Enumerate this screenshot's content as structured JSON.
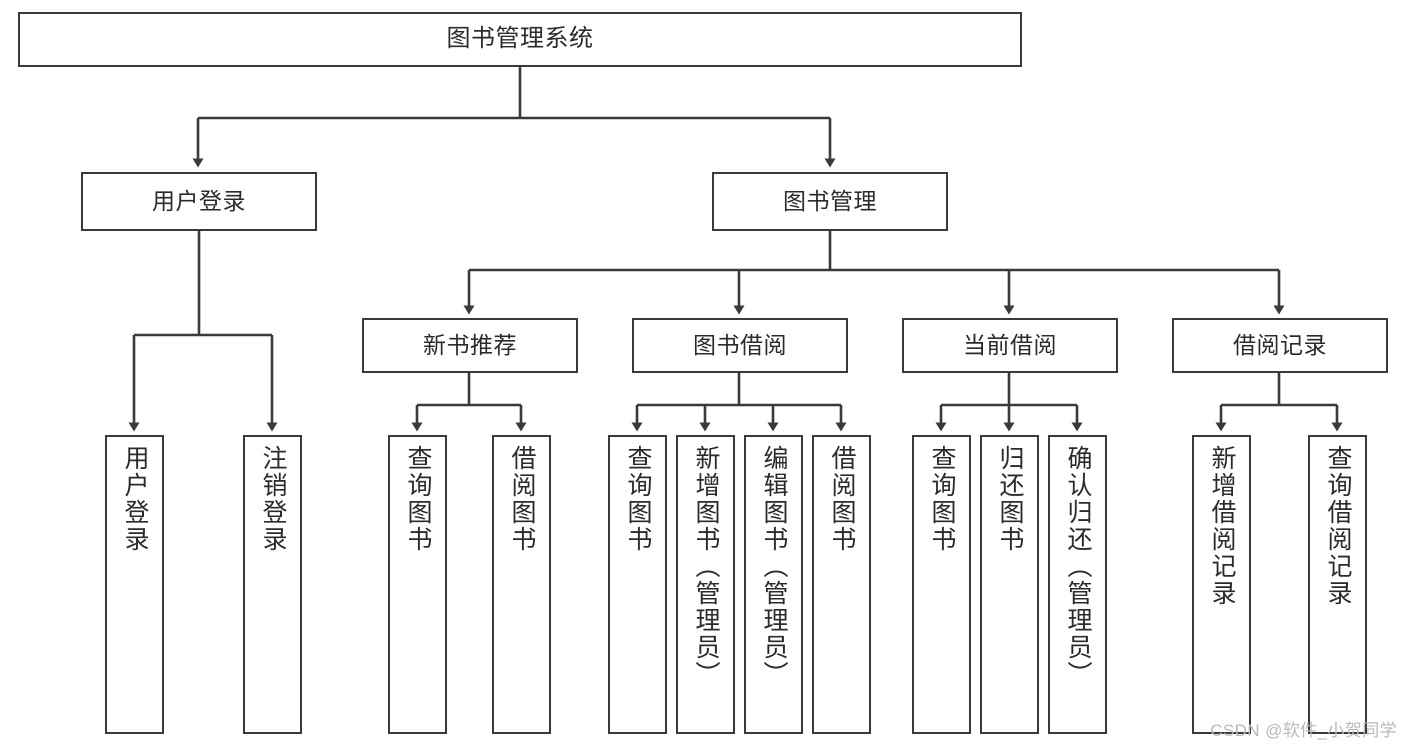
{
  "diagram": {
    "type": "tree-hierarchy-chart",
    "title": "图书管理系统",
    "style": {
      "box_border_color": "#3a3a3a",
      "box_fill": "#ffffff",
      "line_color": "#3a3a3a",
      "text_color": "#2b2b2b",
      "background": "#ffffff"
    },
    "levels": {
      "level0": [
        {
          "id": "root",
          "label": "图书管理系统"
        }
      ],
      "level1": [
        {
          "id": "user-login",
          "label": "用户登录"
        },
        {
          "id": "book-management",
          "label": "图书管理"
        }
      ],
      "level2": [
        {
          "id": "new-book-recommend",
          "label": "新书推荐",
          "parent": "book-management"
        },
        {
          "id": "book-borrow",
          "label": "图书借阅",
          "parent": "book-management"
        },
        {
          "id": "current-borrow",
          "label": "当前借阅",
          "parent": "book-management"
        },
        {
          "id": "borrow-record",
          "label": "借阅记录",
          "parent": "book-management"
        }
      ],
      "level3": [
        {
          "id": "leaf-user-login",
          "label": "用户登录",
          "parent": "user-login"
        },
        {
          "id": "leaf-logout-login",
          "label": "注销登录",
          "parent": "user-login"
        },
        {
          "id": "leaf-query-book-1",
          "label": "查询图书",
          "parent": "new-book-recommend"
        },
        {
          "id": "leaf-borrow-book-1",
          "label": "借阅图书",
          "parent": "new-book-recommend"
        },
        {
          "id": "leaf-query-book-2",
          "label": "查询图书",
          "parent": "book-borrow"
        },
        {
          "id": "leaf-add-book",
          "label": "新增图书（管理员）",
          "parent": "book-borrow"
        },
        {
          "id": "leaf-edit-book",
          "label": "编辑图书（管理员）",
          "parent": "book-borrow"
        },
        {
          "id": "leaf-borrow-book-2",
          "label": "借阅图书",
          "parent": "book-borrow"
        },
        {
          "id": "leaf-query-book-3",
          "label": "查询图书",
          "parent": "current-borrow"
        },
        {
          "id": "leaf-return-book",
          "label": "归还图书",
          "parent": "current-borrow"
        },
        {
          "id": "leaf-confirm-return",
          "label": "确认归还（管理员）",
          "parent": "current-borrow"
        },
        {
          "id": "leaf-add-borrow-record",
          "label": "新增借阅记录",
          "parent": "borrow-record"
        },
        {
          "id": "leaf-query-borrow-record",
          "label": "查询借阅记录",
          "parent": "borrow-record"
        }
      ]
    }
  },
  "watermark": {
    "text": "CSDN @软件_小贺同学"
  }
}
